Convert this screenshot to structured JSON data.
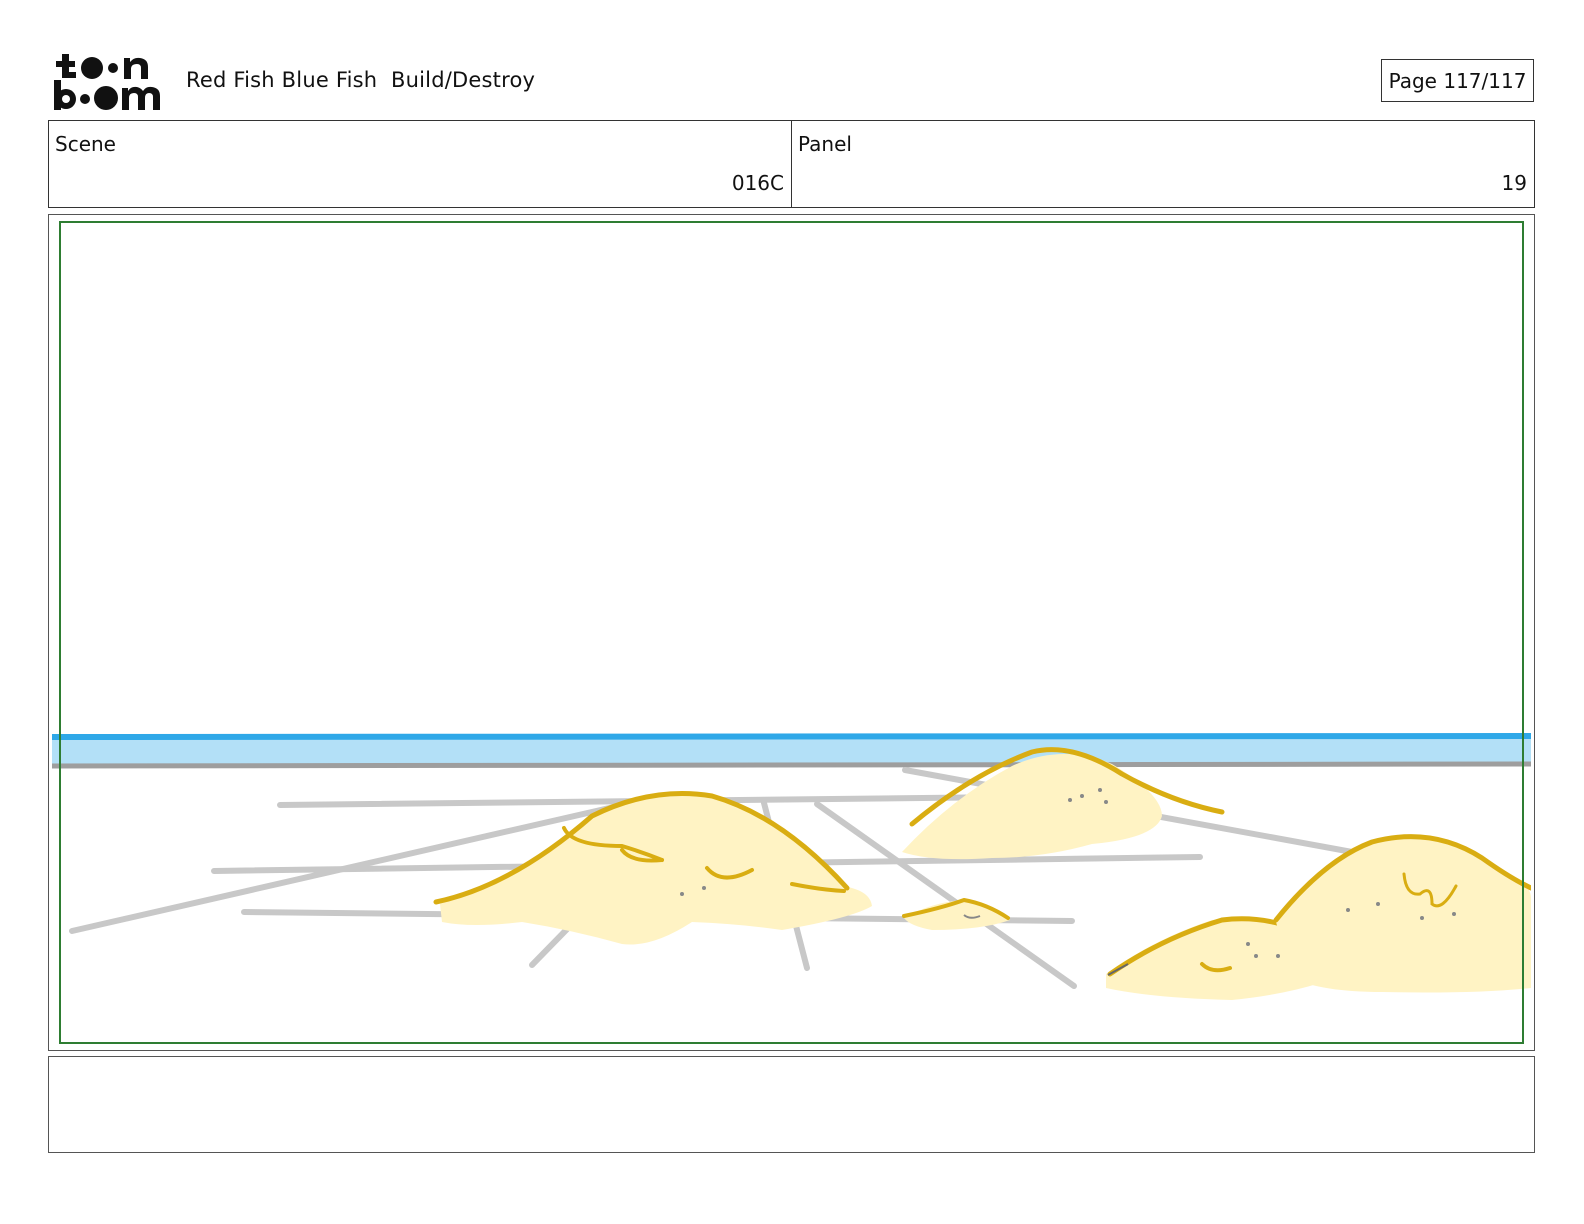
{
  "header": {
    "logo_text": "toon boom",
    "project_title": "Red Fish Blue Fish  Build/Destroy",
    "page_label": "Page 117/117"
  },
  "info": {
    "scene_label": "Scene",
    "scene_value": "016C",
    "panel_label": "Panel",
    "panel_value": "19"
  },
  "notes": {
    "text": ""
  },
  "colors": {
    "safe_frame": "#2e7d32",
    "water_line": "#2fa8e8",
    "water_fill": "#b3e0f7",
    "ground_edge": "#9e9e9e",
    "tile_lines": "#c8c8c8",
    "sand_fill": "#fff3c4",
    "sand_outline": "#d9ad12"
  }
}
